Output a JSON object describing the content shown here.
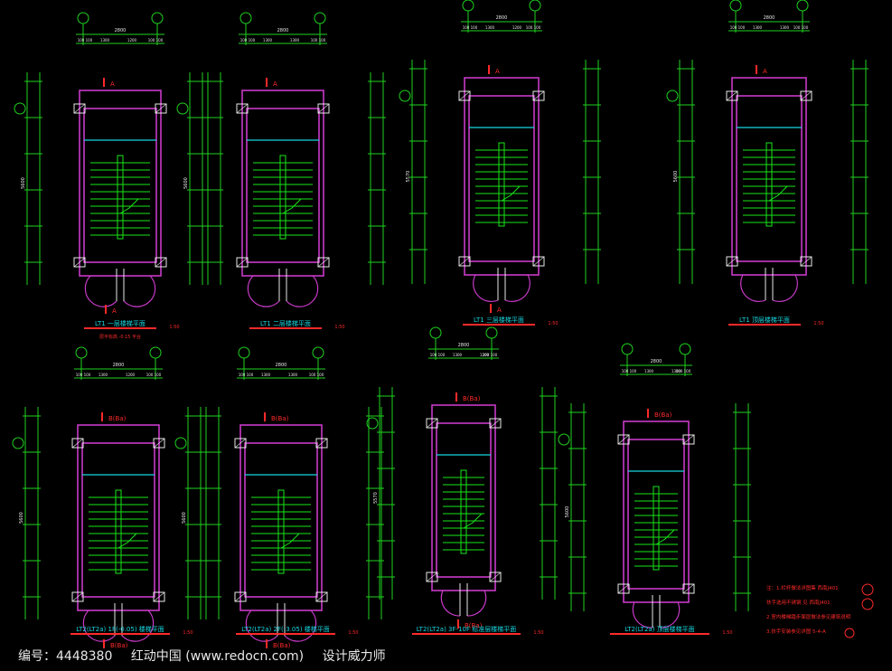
{
  "colors": {
    "bg": "#000000",
    "wall": "#c83ac8",
    "dim": "#1fd21f",
    "stair": "#18e618",
    "cyan": "#16d6e0",
    "white": "#e8e8e8",
    "red": "#ff2a2a",
    "yellow": "#ffd21a"
  },
  "plans": [
    {
      "title": "LT1  一层楼梯平面",
      "scale": "1:50",
      "subnote": "层平标高 -0.15  平台",
      "top_dim": "2800",
      "sub_dims": [
        "100 100",
        "1300",
        "1200",
        "100 100"
      ],
      "side_total": "5600",
      "marker_top": "A",
      "marker_bottom": "A"
    },
    {
      "title": "LT1  二层楼梯平面",
      "scale": "1:50",
      "subnote": "",
      "top_dim": "2800",
      "sub_dims": [
        "100 100",
        "1300",
        "1300",
        "100 100"
      ],
      "side_total": "5600",
      "marker_top": "A",
      "marker_bottom": ""
    },
    {
      "title": "LT1  三层楼梯平面",
      "scale": "1:50",
      "subnote": "",
      "top_dim": "2800",
      "sub_dims": [
        "100 100",
        "1300",
        "1200",
        "100 100"
      ],
      "side_total": "5570",
      "marker_top": "A",
      "marker_bottom": "A"
    },
    {
      "title": "LT1  顶层楼梯平面",
      "scale": "1:50",
      "subnote": "",
      "top_dim": "2800",
      "sub_dims": [
        "100 100",
        "1300",
        "1300",
        "100 100"
      ],
      "side_total": "5600",
      "marker_top": "A",
      "marker_bottom": ""
    },
    {
      "title": "LT2(LT2a) 1F(-0.05) 楼梯平面",
      "scale": "1:50",
      "subnote": "",
      "top_dim": "2800",
      "sub_dims": [
        "100 100",
        "1300",
        "1200",
        "100 100"
      ],
      "side_total": "5600",
      "marker_top": "B(Ba)",
      "marker_bottom": "B(Ba)"
    },
    {
      "title": "LT2(LT2a) 2F(-3.05) 楼梯平面",
      "scale": "1:50",
      "subnote": "",
      "top_dim": "2800",
      "sub_dims": [
        "100 100",
        "1300",
        "1300",
        "100 100"
      ],
      "side_total": "5600",
      "marker_top": "B(Ba)",
      "marker_bottom": "B(Ba)"
    },
    {
      "title": "LT2(LT2a) 3F-10F 标准层楼梯平面",
      "scale": "1:50",
      "subnote": "",
      "top_dim": "2800",
      "sub_dims": [
        "100 100",
        "1300",
        "1200",
        "100 100"
      ],
      "side_total": "5570",
      "marker_top": "B(Ba)",
      "marker_bottom": "B(Ba)"
    },
    {
      "title": "LT2(LT2a) 顶层楼梯平面",
      "scale": "1:50",
      "subnote": "",
      "top_dim": "2800",
      "sub_dims": [
        "100 100",
        "1300",
        "1300",
        "100 100"
      ],
      "side_total": "5600",
      "marker_top": "B(Ba)",
      "marker_bottom": ""
    }
  ],
  "notes": [
    "注：1.栏杆做法详图集 西南J401",
    "   扶手选用不锈钢  见 西南J401",
    "2.室内楼梯踏步面层做法参见建筑说明",
    "3.扶手安装参见详图 5-4-A"
  ],
  "watermark": {
    "id": "编号：4448380",
    "site": "红动中国 (www.redocn.com)",
    "author": "设计威力师"
  }
}
